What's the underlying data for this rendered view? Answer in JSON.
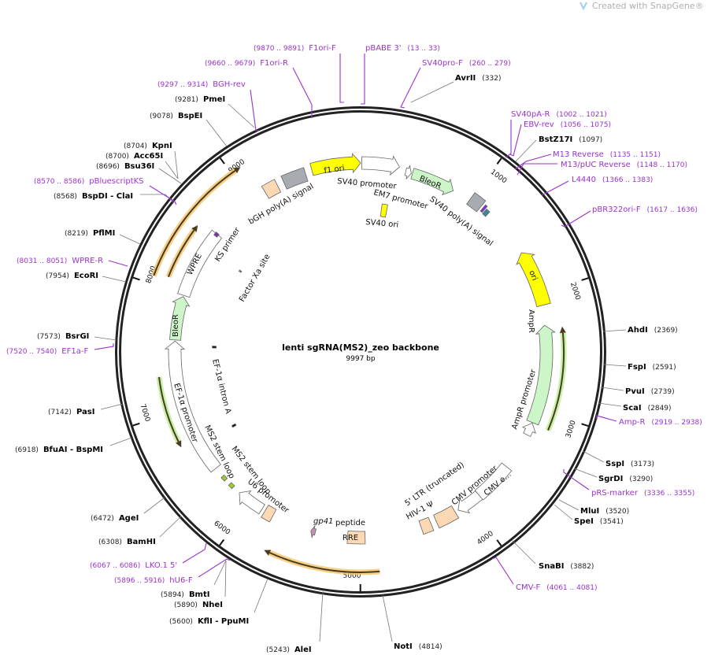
{
  "header": {
    "brand": "Created with SnapGene®"
  },
  "map": {
    "title": "lenti sgRNA(MS2)_zeo backbone",
    "length": "9997 bp"
  },
  "ticks": [
    "1000",
    "2000",
    "3000",
    "4000",
    "5000",
    "6000",
    "7000",
    "8000",
    "9000"
  ],
  "sites": [
    {
      "name": "AvrII",
      "pos": "(332)"
    },
    {
      "name": "PmeI",
      "pos": "(9281)"
    },
    {
      "name": "BspEI",
      "pos": "(9078)"
    },
    {
      "name": "KpnI",
      "pos": "(8704)"
    },
    {
      "name": "Acc65I",
      "pos": "(8700)"
    },
    {
      "name": "Bsu36I",
      "pos": "(8696)"
    },
    {
      "name": "BspDI  - ClaI",
      "pos": "(8568)"
    },
    {
      "name": "PflMI",
      "pos": "(8219)"
    },
    {
      "name": "EcoRI",
      "pos": "(7954)"
    },
    {
      "name": "BsrGI",
      "pos": "(7573)"
    },
    {
      "name": "PasI",
      "pos": "(7142)"
    },
    {
      "name": "BfuAI  - BspMI",
      "pos": "(6918)"
    },
    {
      "name": "AgeI",
      "pos": "(6472)"
    },
    {
      "name": "BamHI",
      "pos": "(6308)"
    },
    {
      "name": "BmtI",
      "pos": "(5894)"
    },
    {
      "name": "NheI",
      "pos": "(5890)"
    },
    {
      "name": "KflI  - PpuMI",
      "pos": "(5600)"
    },
    {
      "name": "AleI",
      "pos": "(5243)"
    },
    {
      "name": "NotI",
      "pos": "(4814)"
    },
    {
      "name": "SnaBI",
      "pos": "(3882)"
    },
    {
      "name": "SpeI",
      "pos": "(3541)"
    },
    {
      "name": "MluI",
      "pos": "(3520)"
    },
    {
      "name": "SgrDI",
      "pos": "(3290)"
    },
    {
      "name": "SspI",
      "pos": "(3173)"
    },
    {
      "name": "ScaI",
      "pos": "(2849)"
    },
    {
      "name": "PvuI",
      "pos": "(2739)"
    },
    {
      "name": "FspI",
      "pos": "(2591)"
    },
    {
      "name": "AhdI",
      "pos": "(2369)"
    },
    {
      "name": "BstZ17I",
      "pos": "(1097)"
    }
  ],
  "primers": [
    {
      "name": "F1ori-F",
      "range": "(9870 .. 9891)"
    },
    {
      "name": "pBABE 3'",
      "range": "(13 .. 33)"
    },
    {
      "name": "F1ori-R",
      "range": "(9660 .. 9679)"
    },
    {
      "name": "SV40pro-F",
      "range": "(260 .. 279)"
    },
    {
      "name": "BGH-rev",
      "range": "(9297 .. 9314)"
    },
    {
      "name": "pBluescriptKS",
      "range": "(8570 .. 8586)"
    },
    {
      "name": "WPRE-R",
      "range": "(8031 .. 8051)"
    },
    {
      "name": "EF1a-F",
      "range": "(7520 .. 7540)"
    },
    {
      "name": "LKO.1 5'",
      "range": "(6067 .. 6086)"
    },
    {
      "name": "hU6-F",
      "range": "(5896 .. 5916)"
    },
    {
      "name": "CMV-F",
      "range": "(4061 .. 4081)"
    },
    {
      "name": "pRS-marker",
      "range": "(3336 .. 3355)"
    },
    {
      "name": "Amp-R",
      "range": "(2919 .. 2938)"
    },
    {
      "name": "pBR322ori-F",
      "range": "(1617 .. 1636)"
    },
    {
      "name": "L4440",
      "range": "(1366 .. 1383)"
    },
    {
      "name": "M13/pUC Reverse",
      "range": "(1148 .. 1170)"
    },
    {
      "name": "M13 Reverse",
      "range": "(1135 .. 1151)"
    },
    {
      "name": "EBV-rev",
      "range": "(1056 .. 1075)"
    },
    {
      "name": "SV40pA-R",
      "range": "(1002 .. 1021)"
    }
  ],
  "features": {
    "f1_ori": "f1 ori",
    "sv40_promoter": "SV40 promoter",
    "em7_promoter": "EM7 promoter",
    "bleor_top": "BleoR",
    "sv40_polya": "SV40 poly(A) signal",
    "sv40_ori": "SV40 ori",
    "bgh_polya": "bGH poly(A) signal",
    "ks_primer": "KS primer",
    "wpre": "WPRE",
    "factor_xa": "Factor Xa site",
    "ori": "ori",
    "ampr": "AmpR",
    "ampr_promoter": "AmpR promoter",
    "cmv_enhancer": "CMV e...",
    "cmv_promoter": "CMV promoter",
    "ltr": "5' LTR (truncated)",
    "hiv_psi": "HIV-1 Ψ",
    "gp41": "gp41",
    "gp41_peptide": "peptide",
    "rre": "RRE",
    "u6_promoter": "U6 promoter",
    "ms2_a": "MS2 stem loop",
    "ms2_b": "MS2 stem loop",
    "ef1a_promoter": "EF-1α promoter",
    "ef1a_intron": "EF-1α intron A",
    "bleor_left": "BleoR"
  },
  "colors": {
    "primer": "#9933cc",
    "yellow": "#ffff00",
    "green": "#ccf5c8",
    "beige": "#fbd9b4",
    "gray": "#a8acb0",
    "orf_orange": "#f5c46a"
  }
}
